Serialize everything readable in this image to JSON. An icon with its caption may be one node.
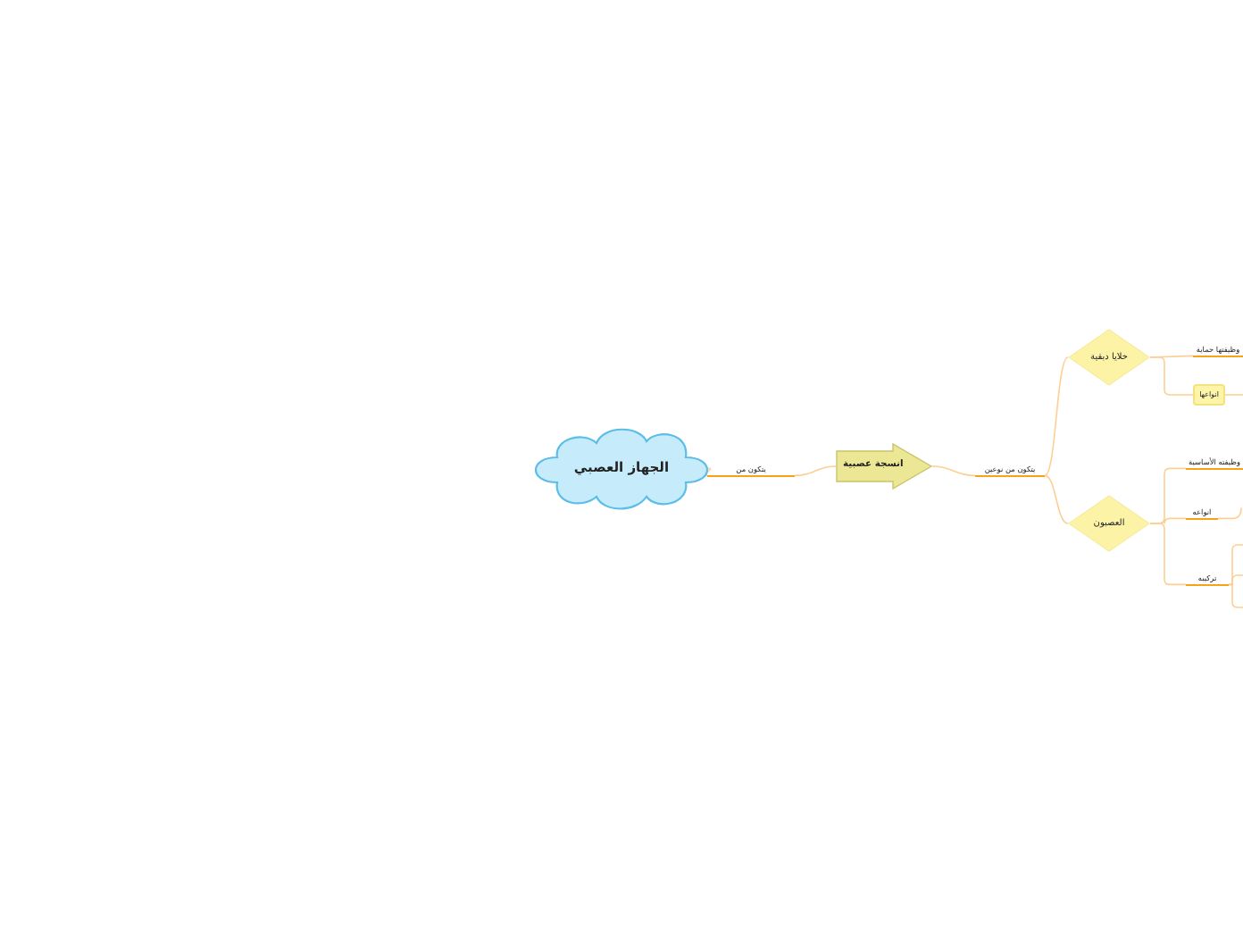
{
  "diagram": {
    "nodes": [
      {
        "text": [
          "الجهاز العصبي"
        ]
      },
      {
        "text": [
          "يتكون من"
        ]
      },
      {
        "text": [
          "انسجة عصبية"
        ]
      },
      {
        "text": [
          "يتكون من نوعين"
        ]
      },
      {
        "text": [
          "خلايا دبقية"
        ]
      },
      {
        "text": [
          "وظيفتها حماية"
        ]
      },
      {
        "text": [
          "انواعها"
        ]
      },
      {
        "text": [
          "العصبون"
        ]
      },
      {
        "text": [
          "وظيفته الأساسية"
        ]
      },
      {
        "text": [
          "انواعه"
        ]
      },
      {
        "text": [
          "تركيبه"
        ]
      }
    ],
    "edges": [
      {
        "from": 0,
        "to": 1,
        "arrow": "none"
      },
      {
        "from": 1,
        "to": 2,
        "arrow": "none"
      },
      {
        "from": 2,
        "to": 3,
        "arrow": "none"
      },
      {
        "from": 3,
        "to": 4,
        "arrow": "none"
      },
      {
        "from": 3,
        "to": 7,
        "arrow": "none"
      },
      {
        "from": 4,
        "to": 5,
        "arrow": "none"
      },
      {
        "from": 4,
        "to": 6,
        "arrow": "none"
      },
      {
        "from": 6,
        "to": null,
        "arrow": "none"
      },
      {
        "from": 7,
        "to": 8,
        "arrow": "none"
      },
      {
        "from": 7,
        "to": 9,
        "arrow": "none"
      },
      {
        "from": 7,
        "to": 10,
        "arrow": "none"
      },
      {
        "from": 9,
        "to": null,
        "arrow": "none"
      },
      {
        "from": 10,
        "to": null,
        "arrow": "none"
      },
      {
        "from": 10,
        "to": null,
        "arrow": "none"
      },
      {
        "from": 10,
        "to": null,
        "arrow": "none"
      }
    ]
  }
}
